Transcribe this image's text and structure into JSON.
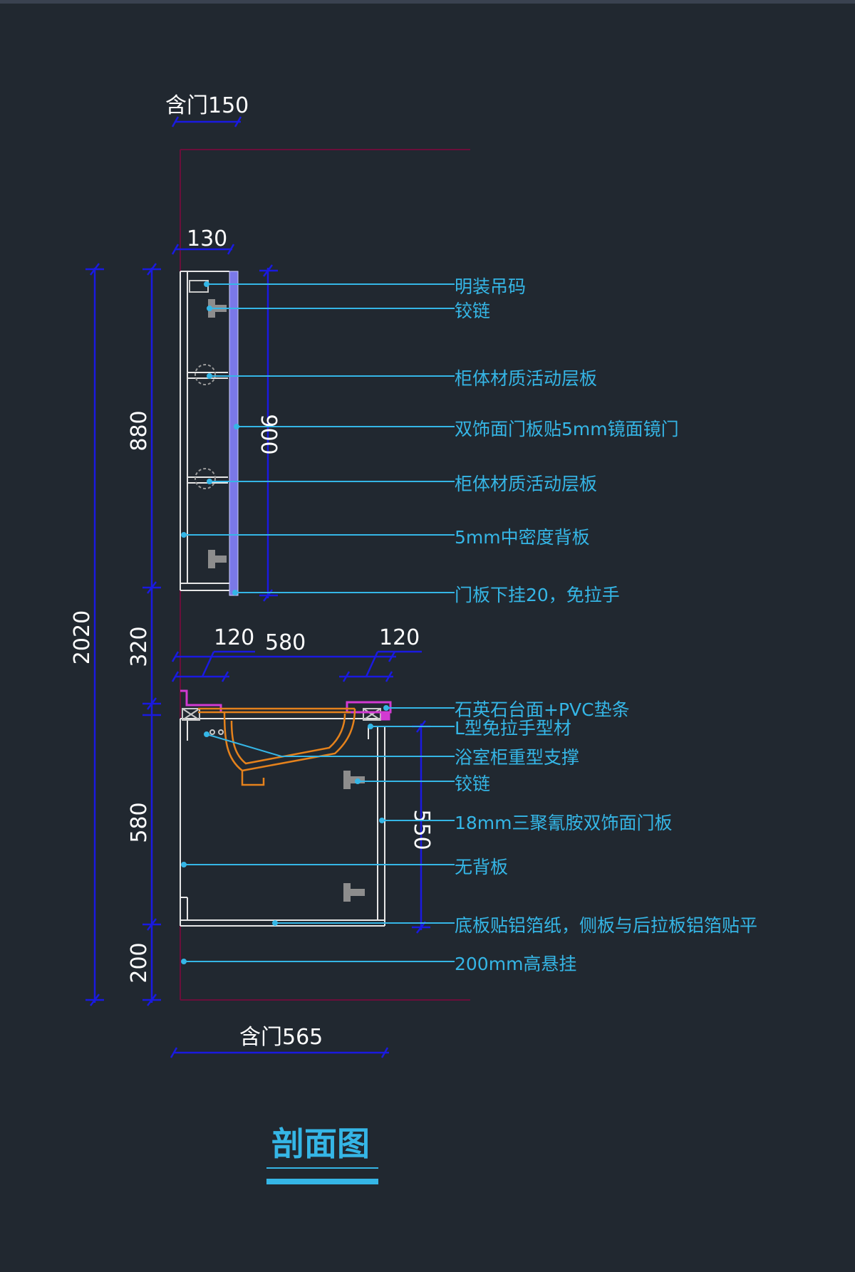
{
  "colors": {
    "background": "#212830",
    "dimension": "#1a1ae0",
    "dimension_text": "#ffffff",
    "leader": "#35b6e6",
    "outline": "#e6e6e6",
    "wall": "#6a0f3a",
    "door_mirror": "#7a78e8",
    "counter": "#d23ad2",
    "basin": "#e5821c",
    "bracket": "#c9c9c9"
  },
  "dimensions": {
    "door_incl_150": "含门150",
    "depth_130": "130",
    "height_880": "880",
    "height_900": "900",
    "height_2020": "2020",
    "gap_320": "320",
    "left_120": "120",
    "width_580": "580",
    "right_120": "120",
    "height_580": "580",
    "door_550": "550",
    "hang_200": "200",
    "door_incl_565": "含门565"
  },
  "labels": {
    "l1": "明装吊码",
    "l2": "铰链",
    "l3": "柜体材质活动层板",
    "l4": "双饰面门板贴5mm镜面镜门",
    "l5": "柜体材质活动层板",
    "l6": "5mm中密度背板",
    "l7": "门板下挂20，免拉手",
    "l8": "石英石台面+PVC垫条",
    "l9": "L型免拉手型材",
    "l10": "浴室柜重型支撑",
    "l11": "铰链",
    "l12": "18mm三聚氰胺双饰面门板",
    "l13": "无背板",
    "l14": "底板贴铝箔纸，侧板与后拉板铝箔贴平",
    "l15": "200mm高悬挂"
  },
  "title": "剖面图"
}
